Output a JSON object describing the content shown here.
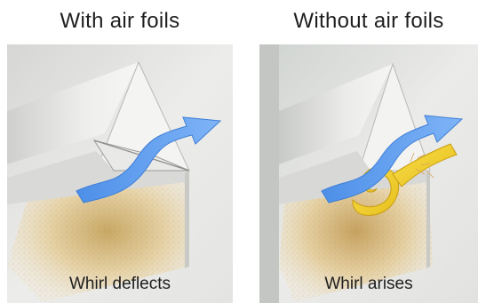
{
  "panels": [
    {
      "title": "With air foils",
      "caption": "Whirl deflects"
    },
    {
      "title": "Without air foils",
      "caption": "Whirl arises"
    }
  ],
  "colors": {
    "arrow": "#5f9ff2",
    "whirl": "#f3d22e",
    "sand": "#e2c88e",
    "background": "#e8e8e6"
  },
  "icons": [
    "deflected-airflow-arrow",
    "whirl-vortex"
  ]
}
